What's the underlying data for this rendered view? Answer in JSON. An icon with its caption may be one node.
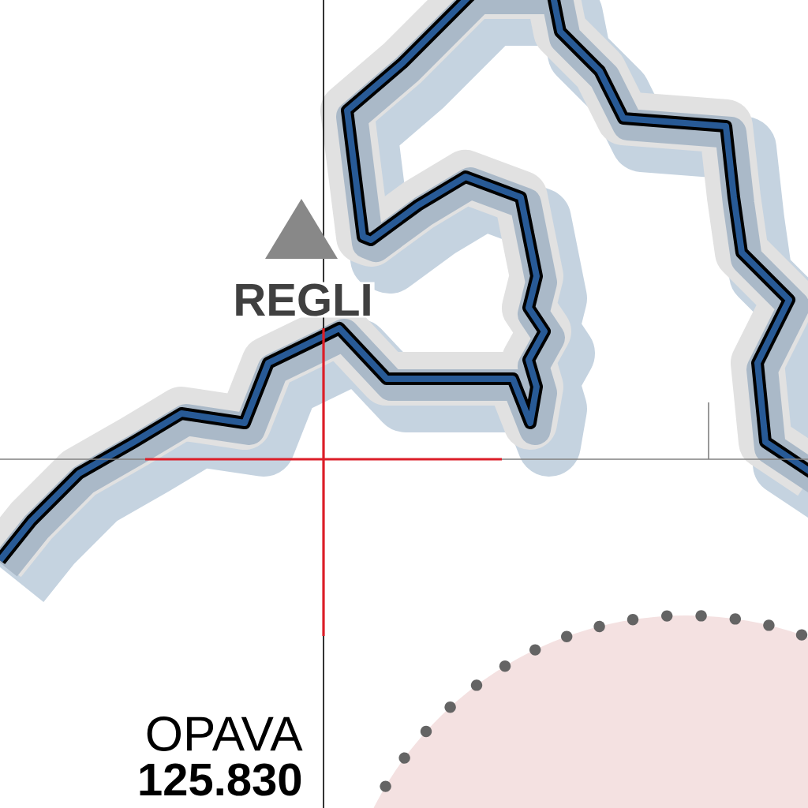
{
  "diagram": {
    "nodes": [
      {
        "text": [
          "REGLI"
        ]
      }
    ],
    "labels": [
      "OPAVA",
      "125.830"
    ]
  }
}
